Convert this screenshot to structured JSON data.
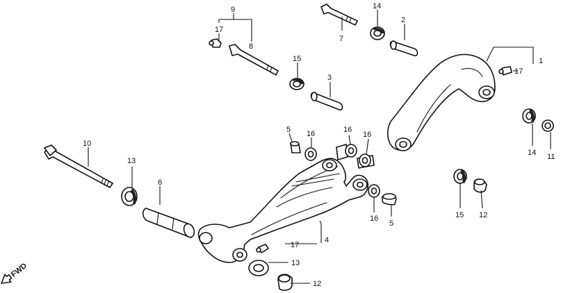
{
  "diagram": {
    "callouts": {
      "c1": "1",
      "c2": "2",
      "c3": "3",
      "c4": "4",
      "c5a": "5",
      "c5b": "5",
      "c6": "6",
      "c7": "7",
      "c8": "8",
      "c9": "9",
      "c10": "10",
      "c11": "11",
      "c12a": "12",
      "c12b": "12",
      "c13a": "13",
      "c13b": "13",
      "c14a": "14",
      "c14b": "14",
      "c15a": "15",
      "c15b": "15",
      "c16a": "16",
      "c16b": "16",
      "c16c": "16",
      "c16d": "16",
      "c17a": "17",
      "c17b": "17",
      "c17c": "17"
    },
    "direction_label": "FWD",
    "line_color": "#111111",
    "background": "#ffffff"
  }
}
